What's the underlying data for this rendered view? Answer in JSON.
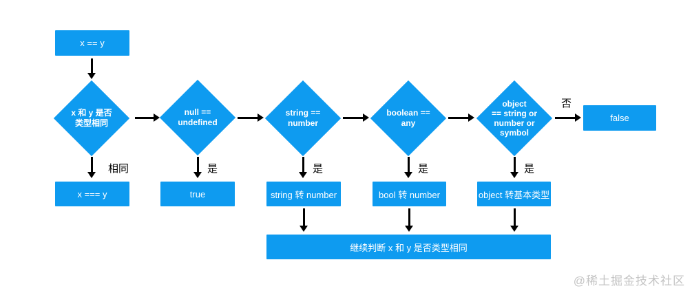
{
  "colors": {
    "node_fill": "#0E9BF0",
    "node_text": "#ffffff",
    "arrow": "#000000",
    "edge_label_text": "#000000",
    "watermark_text": "#c4c4c4",
    "background": "#ffffff"
  },
  "nodes": {
    "start": {
      "label": "x == y"
    },
    "type_check": {
      "lines": [
        "x 和 y 是否",
        "类型相同"
      ]
    },
    "null_undefined": {
      "lines": [
        "null ==",
        "undefined"
      ]
    },
    "string_number": {
      "lines": [
        "string ==",
        "number"
      ]
    },
    "boolean_any": {
      "lines": [
        "boolean ==",
        "any"
      ]
    },
    "object_other": {
      "lines": [
        "object",
        "== string or",
        "number or",
        "symbol"
      ]
    },
    "strict_equal": {
      "label": "x === y"
    },
    "true_result": {
      "label": "true"
    },
    "string_to_number": {
      "label": "string 转 number"
    },
    "bool_to_number": {
      "label": "bool 转 number"
    },
    "object_to_primitive": {
      "label": "object 转基本类型"
    },
    "false_result": {
      "label": "false"
    },
    "continue_check": {
      "label": "继续判断 x 和 y 是否类型相同"
    }
  },
  "edge_labels": {
    "same": "相同",
    "yes": "是",
    "no": "否"
  },
  "watermark": "@稀土掘金技术社区"
}
